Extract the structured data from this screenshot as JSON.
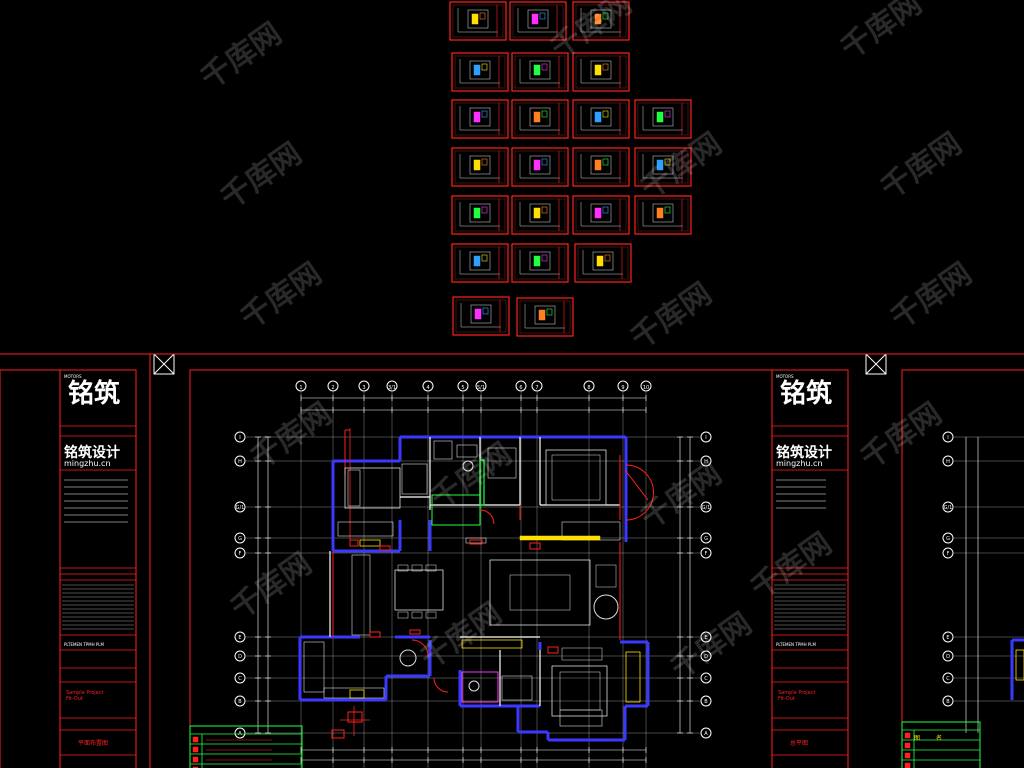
{
  "title_block": {
    "brand_logo_text": "铭筑",
    "brand_name": "铭筑设计",
    "brand_url": "mingzhu.cn",
    "project_lines": [
      "Sample Project",
      "Fit-Out"
    ]
  },
  "sheet_codes": [
    "平面布置图",
    "总平图"
  ],
  "ruler_numbers": [
    "1",
    "2",
    "3",
    "3/1",
    "4",
    "5",
    "5/1",
    "6",
    "7",
    "8",
    "9",
    "10"
  ],
  "axis_letters": [
    "I",
    "H",
    "G/1",
    "G",
    "F",
    "E",
    "D",
    "C",
    "B",
    "A"
  ],
  "legend": [
    "图",
    "名"
  ],
  "watermark_text": "千库网",
  "colors": {
    "sheet_border": "#ff2020",
    "grid": "#e8e8e8",
    "wall": "#3a3aff",
    "door": "#ff2020",
    "furniture": "#d8d8d8",
    "accent_yellow": "#ffe000",
    "accent_green": "#20ff40",
    "accent_magenta": "#ff30ff",
    "watermark": "rgba(255,255,255,0.16)"
  }
}
